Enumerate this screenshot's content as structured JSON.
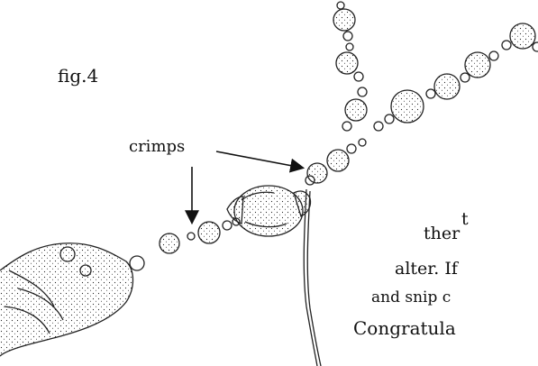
{
  "figure": {
    "label": "fig.4",
    "callout": "crimps"
  },
  "text_fragments": [
    "t",
    "ther",
    "alter.  If",
    "and snip c",
    "Congratula"
  ]
}
